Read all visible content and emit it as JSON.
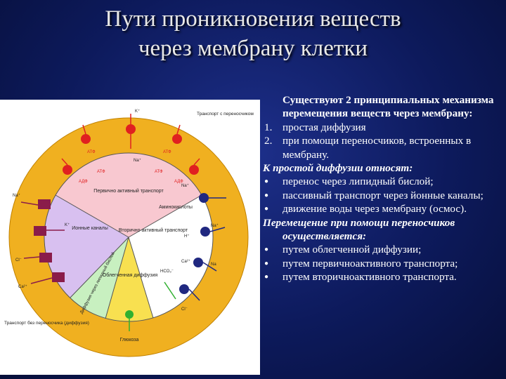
{
  "slide": {
    "title_line1": "Пути проникновения веществ",
    "title_line2": "через мембрану клетки"
  },
  "text": {
    "intro": "Существуют 2 принципиальных механизма перемещения веществ через мембрану:",
    "numbered": [
      {
        "num": "1.",
        "text": "простая диффузия"
      },
      {
        "num": "2.",
        "text": "при помощи переносчиков, встроенных в мембрану."
      }
    ],
    "simple_diffusion_header": "К простой диффузии относят:",
    "simple_diffusion_items": [
      "перенос через липидный бислой;",
      "пассивный транспорт через йонные каналы;",
      "движение воды через мембрану (осмос)."
    ],
    "carrier_header": "Перемещение при помощи переносчиков осуществляется:",
    "carrier_items": [
      "путем облегченной диффузии;",
      "путем первичноактивного транспорта;",
      "путем вторичноактивного транспорта."
    ]
  },
  "diagram": {
    "label_carrier_transport": "Транспорт с переносчиком",
    "label_no_carrier": "Транспорт без переносчика (диффузия)",
    "sector_primary": "Первично активный транспорт",
    "sector_secondary": "Вторично активный транспорт",
    "sector_ion": "Ионные каналы",
    "sector_lipid": "Диффузия через липидный бислой",
    "sector_facilitated": "Облегченная диффузия",
    "label_amino": "Аминокислоты",
    "label_glucose": "Глюкоза",
    "label_atp": "АТФ",
    "label_adp": "АДФ",
    "ions": {
      "k": "K⁺",
      "na": "Na⁺",
      "h": "H⁺",
      "ca": "Ca²⁺",
      "cl": "Cl⁻",
      "hco3": "HCO₃⁻",
      "na_plain": "Na"
    },
    "colors": {
      "ring": "#f0b020",
      "primary": "#f8c8d0",
      "ion": "#d8c0f0",
      "secondary": "#ffffff",
      "facilitated": "#f8e050",
      "atp_dot": "#e02020",
      "pump_dot": "#202880",
      "channel": "#8a1c4a",
      "green": "#30b030"
    }
  }
}
